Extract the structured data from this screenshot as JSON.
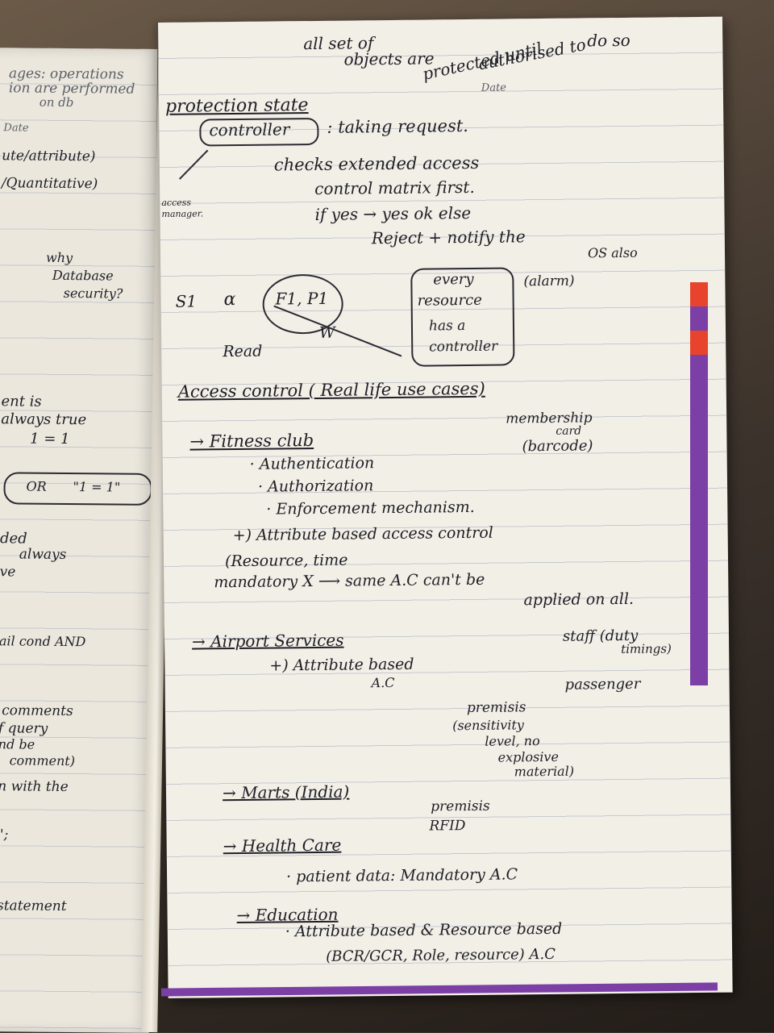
{
  "left_page": {
    "lines": [
      "ages: operations",
      "ion are performed",
      "on db",
      "Date",
      "ute/attribute)",
      "/Quantitative)",
      "why",
      "Database",
      "security?",
      "ent is",
      "always true",
      "1 = 1",
      "OR",
      "\"1 = 1\"",
      "ded",
      "always",
      "ve",
      "ail cond AND",
      "comments",
      "f query",
      "nd be",
      "comment)",
      "n with the",
      "\";",
      "statement"
    ]
  },
  "right_page": {
    "date_label": "Date",
    "top_note": [
      "all set of",
      "objects are",
      "protected until",
      "authorised to",
      "do so"
    ],
    "protection_state": "protection state",
    "controller": "controller",
    "taking_request": ": taking request.",
    "access_manager": [
      "access",
      "manager."
    ],
    "checks": [
      "checks extended access",
      "control matrix first.",
      "if yes → yes ok else",
      "Reject + notify the",
      "OS also"
    ],
    "matrix_subject": "S1",
    "matrix_alpha": "α",
    "matrix_cell": "F1, P1",
    "matrix_read": "Read",
    "matrix_w": "W",
    "every_resource": [
      "every",
      "resource",
      "has a",
      "controller"
    ],
    "alarm": "(alarm)",
    "access_control_heading": "Access control ( Real life use cases)",
    "fitness_club": "→ Fitness club",
    "membership_card": [
      "membership",
      "card",
      "(barcode)"
    ],
    "fitness_points": [
      "· Authentication",
      "· Authorization",
      "· Enforcement mechanism."
    ],
    "attribute_based": "+) Attribute based access control",
    "resource_time": "(Resource, time",
    "mandatory_line": "mandatory X ⟶ same A.C can't be",
    "applied_on_all": "applied on all.",
    "airport": "→ Airport Services",
    "airport_abac": [
      "+) Attribute based",
      "A.C"
    ],
    "staff": [
      "staff (duty",
      "timings)"
    ],
    "passenger": "passenger",
    "premisis": [
      "premisis",
      "(sensitivity",
      "level, no",
      "explosive",
      "material)"
    ],
    "marts": "→ Marts (India)",
    "marts_items": [
      "premisis",
      "RFID"
    ],
    "health_care": "→ Health Care",
    "patient_data": "· patient data: Mandatory A.C",
    "education": "→ Education",
    "education_line": "· Attribute based & Resource based",
    "education_sub": "(BCR/GCR, Role, resource) A.C"
  }
}
